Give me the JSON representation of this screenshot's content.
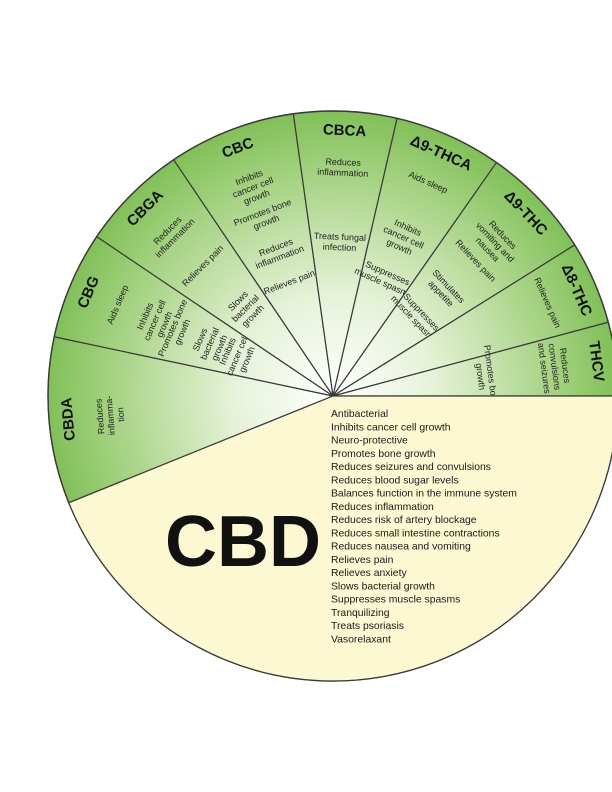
{
  "colors": {
    "green_light": "#ffffff",
    "green_dark": "#7fbf55",
    "cbd_fill": "#fbf8d2",
    "outline": "#3a3a3a"
  },
  "sectors": [
    {
      "name": "CBDA",
      "effects": [
        "Reduces inflamma- tion"
      ]
    },
    {
      "name": "CBG",
      "effects": [
        "Aids sleep",
        "Inhibits cancer cell growth",
        "Promotes bone growth",
        "Slows bacterial growth",
        "Inhibits cancer cell growth"
      ]
    },
    {
      "name": "CBGA",
      "effects": [
        "Reduces inflammation",
        "Relieves pain",
        "Slows bacterial growth"
      ]
    },
    {
      "name": "CBC",
      "effects": [
        "Inhibits cancer cell growth",
        "Promotes bone growth",
        "Reduces inflammation",
        "Relieves pain"
      ]
    },
    {
      "name": "CBCA",
      "effects": [
        "Reduces inflammation",
        "Treats fungal infection"
      ]
    },
    {
      "name": "Δ9-THCA",
      "effects": [
        "Aids sleep",
        "Inhibits cancer cell growth",
        "Suppresses muscle spasms"
      ]
    },
    {
      "name": "Δ9-THC",
      "effects": [
        "Reduces vomiting and nausea",
        "Relieves pain",
        "Stimulates appetite",
        "Suppresses muscle spasms"
      ]
    },
    {
      "name": "Δ8-THC",
      "effects": [
        "Relieves pain"
      ]
    },
    {
      "name": "THCV",
      "effects": [
        "Reduces convulsions and seizures",
        "Promotes bone growth"
      ]
    }
  ],
  "cbd": {
    "name": "CBD",
    "effects": [
      "Antibacterial",
      "Inhibits cancer cell growth",
      "Neuro-protective",
      "Promotes bone growth",
      "Reduces seizures and convulsions",
      "Reduces blood sugar levels",
      "Balances function in the immune system",
      "Reduces inflammation",
      "Reduces risk of artery blockage",
      "Reduces small intestine contractions",
      "Reduces nausea and vomiting",
      "Relieves pain",
      "Relieves anxiety",
      "Slows bacterial growth",
      "Suppresses muscle spasms",
      "Tranquilizing",
      "Treats psoriasis",
      "Vasorelaxant"
    ]
  }
}
